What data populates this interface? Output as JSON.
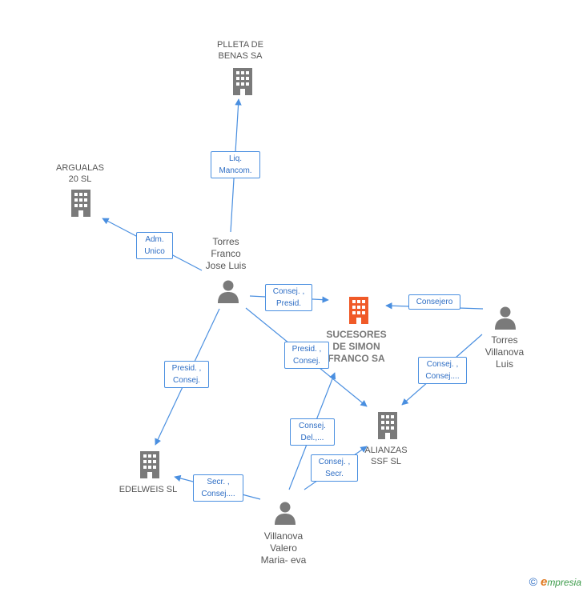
{
  "colors": {
    "edge": "#4a8fe0",
    "node": "#7a7a7a",
    "focus_node": "#f05a28",
    "label_text": "#2d6dc4"
  },
  "nodes": {
    "pelleta": {
      "lines": [
        "PLLETA DE",
        "BENAS SA"
      ],
      "icon": "building-icon"
    },
    "argualas": {
      "lines": [
        "ARGUALAS",
        "20 SL"
      ],
      "icon": "building-icon"
    },
    "torres_franco": {
      "lines": [
        "Torres",
        "Franco",
        "Jose Luis"
      ],
      "icon": "person-icon"
    },
    "sucesores": {
      "lines": [
        "SUCESORES",
        "DE SIMON",
        "FRANCO SA"
      ],
      "icon": "building-icon"
    },
    "torres_villanova": {
      "lines": [
        "Torres",
        "Villanova",
        "Luis"
      ],
      "icon": "person-icon"
    },
    "alianzas": {
      "lines": [
        "ALIANZAS",
        "SSF SL"
      ],
      "icon": "building-icon"
    },
    "edelweis": {
      "lines": [
        "EDELWEIS SL"
      ],
      "icon": "building-icon"
    },
    "villanova_valero": {
      "lines": [
        "Villanova",
        "Valero",
        "Maria- eva"
      ],
      "icon": "person-icon"
    }
  },
  "edges": {
    "liq": {
      "lines": [
        "Liq.",
        "Mancom."
      ]
    },
    "adm": {
      "lines": [
        "Adm.",
        "Unico"
      ]
    },
    "consej_presid_1": {
      "lines": [
        "Consej. ,",
        "Presid."
      ]
    },
    "consejero": {
      "lines": [
        "Consejero"
      ]
    },
    "presid_consej_1": {
      "lines": [
        "Presid. ,",
        "Consej."
      ]
    },
    "consej_consej": {
      "lines": [
        "Consej. ,",
        "Consej...."
      ]
    },
    "presid_consej_2": {
      "lines": [
        "Presid. ,",
        "Consej."
      ]
    },
    "consej_del": {
      "lines": [
        "Consej.",
        "Del.,..."
      ]
    },
    "consej_secr": {
      "lines": [
        "Consej. ,",
        "Secr."
      ]
    },
    "secr_consej": {
      "lines": [
        "Secr. ,",
        "Consej...."
      ]
    }
  },
  "footer": {
    "copyright": "©",
    "brand_first": "e",
    "brand_rest": "mpresia"
  }
}
